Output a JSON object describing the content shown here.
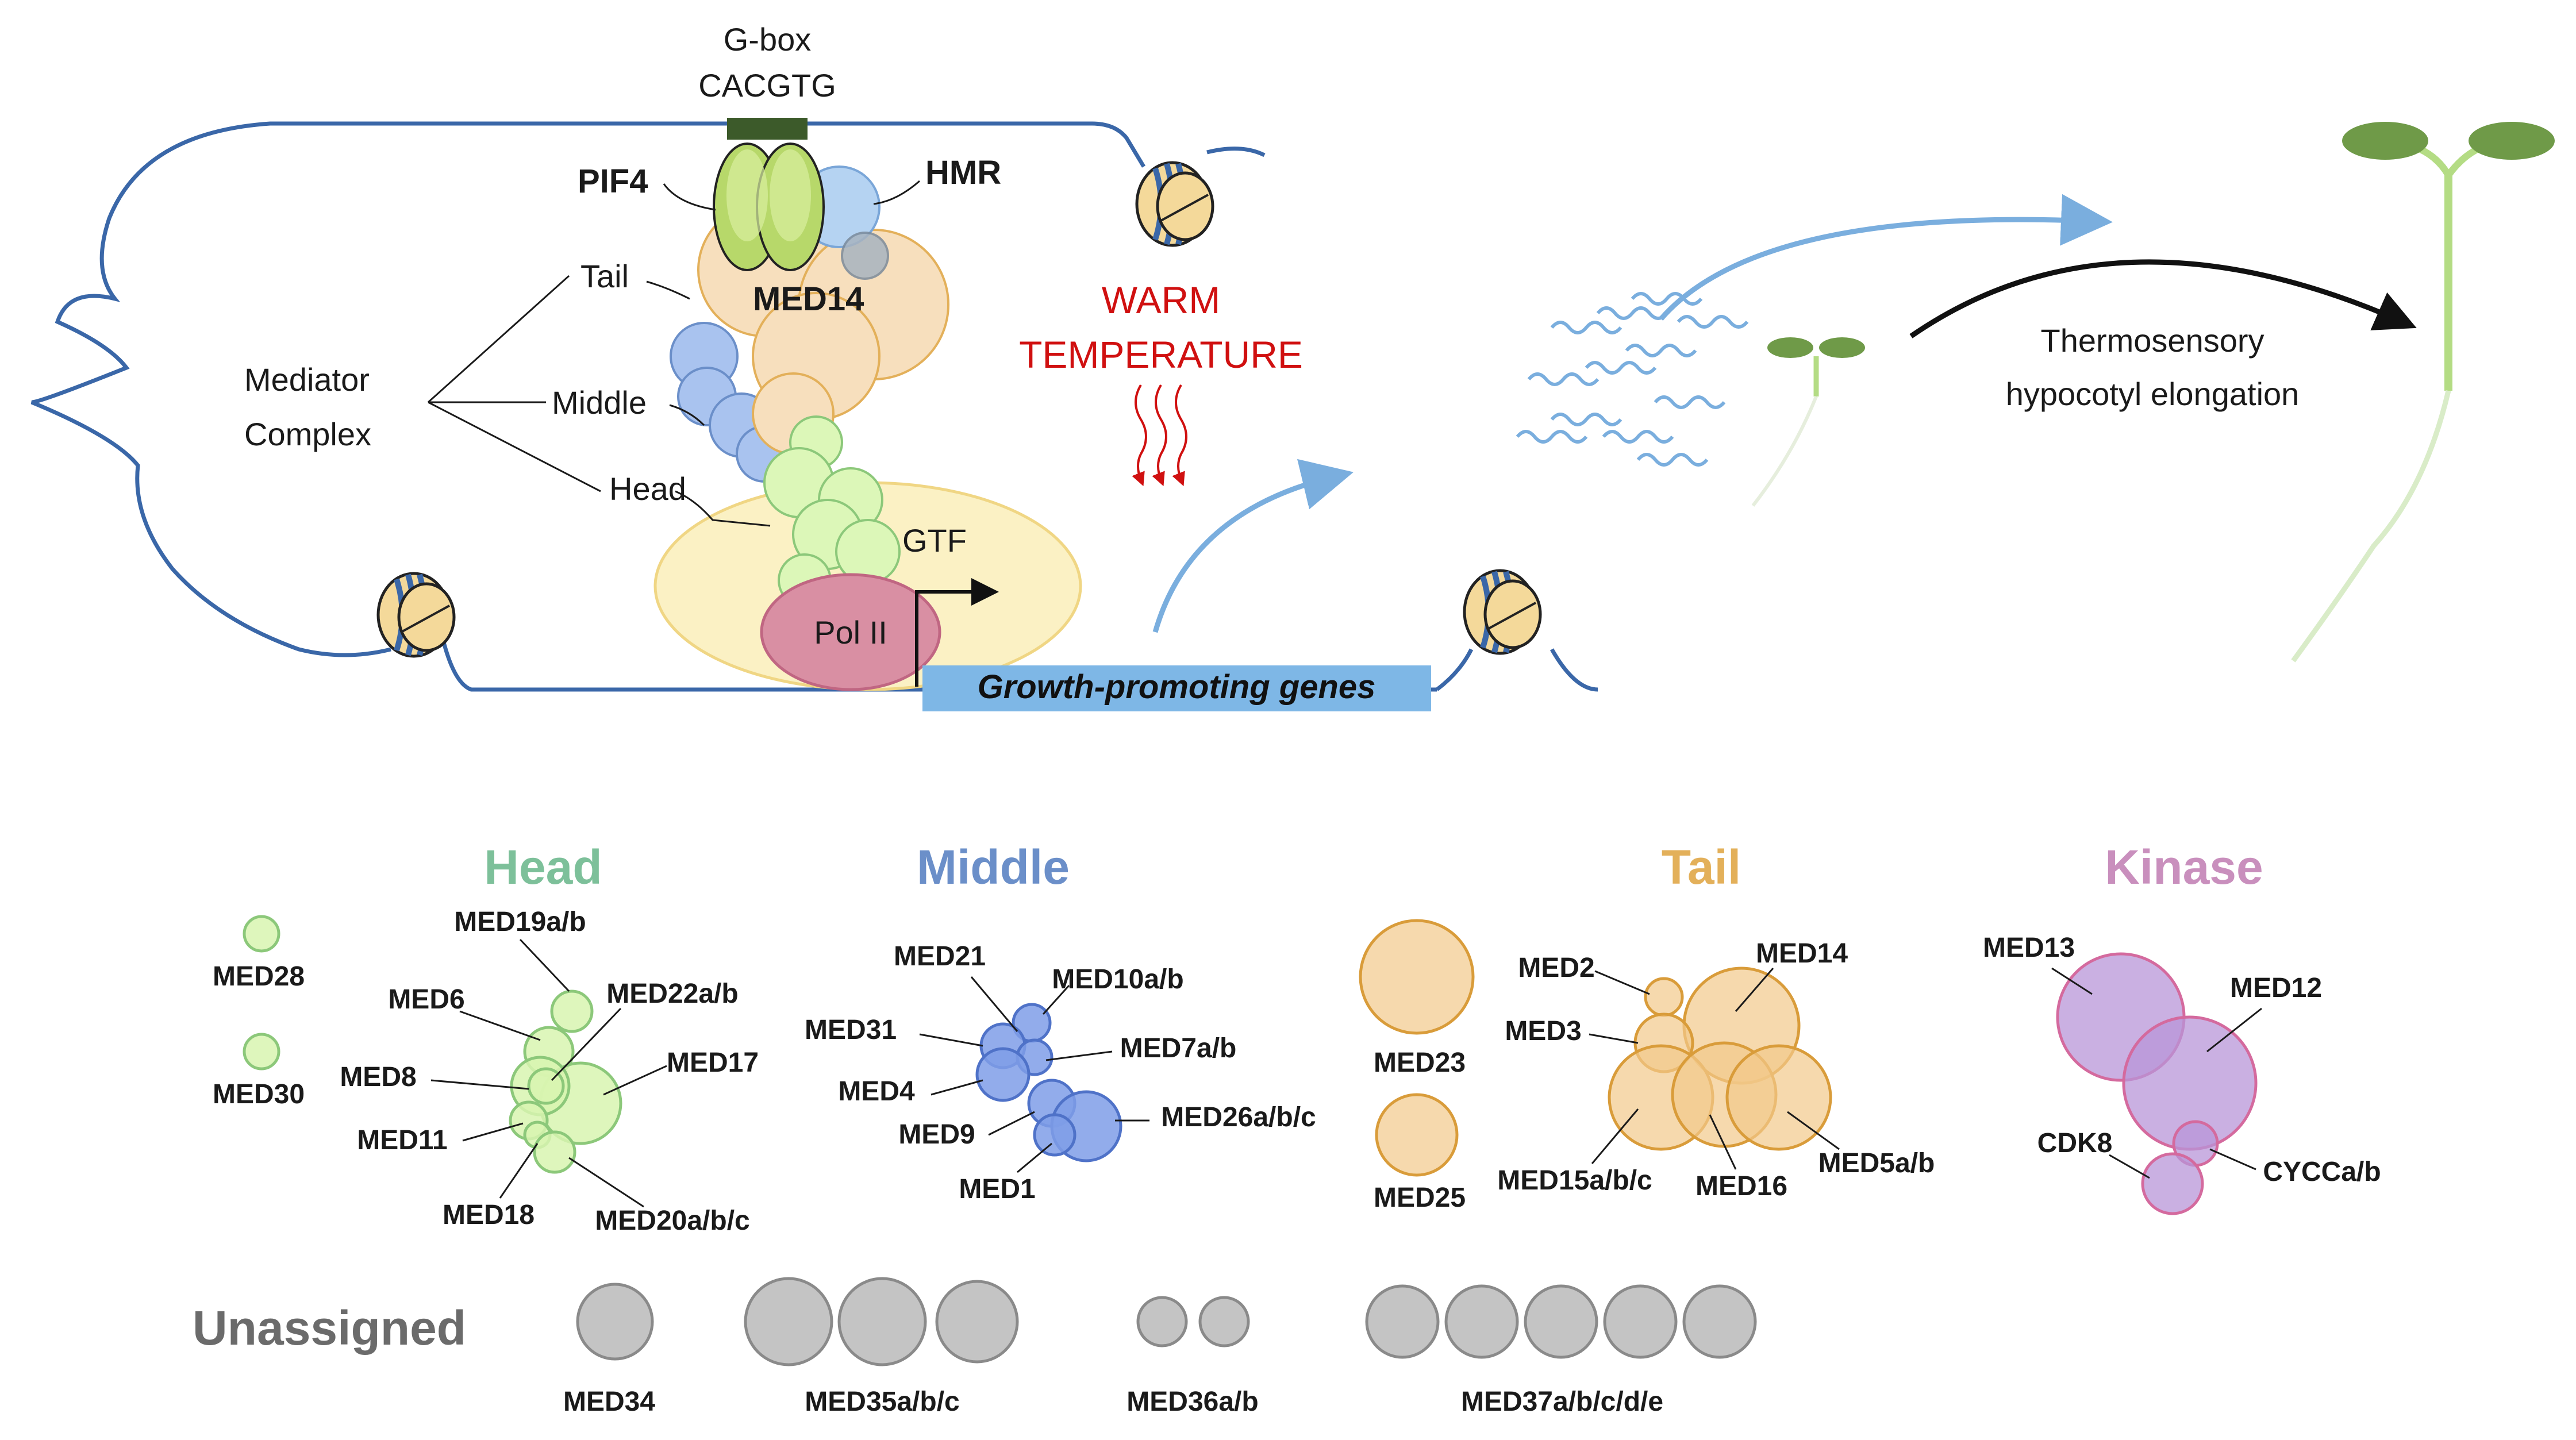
{
  "top": {
    "gbox": "G-box",
    "gbox_seq": "CACGTG",
    "pif4": "PIF4",
    "hmr": "HMR",
    "med14": "MED14",
    "tail": "Tail",
    "middle": "Middle",
    "head": "Head",
    "mediator_line1": "Mediator",
    "mediator_line2": "Complex",
    "gtf": "GTF",
    "pol2": "Pol II",
    "genes": "Growth-promoting genes",
    "warm_line1": "WARM",
    "warm_line2": "TEMPERATURE",
    "thermo_line1": "Thermosensory",
    "thermo_line2": "hypocotyl elongation"
  },
  "modules": {
    "head": {
      "title": "Head",
      "color": "#7dc09a",
      "fill": "#d8f5b0",
      "stroke": "#8cc87a",
      "subunits": [
        "MED28",
        "MED30",
        "MED19a/b",
        "MED6",
        "MED22a/b",
        "MED8",
        "MED17",
        "MED11",
        "MED18",
        "MED20a/b/c"
      ]
    },
    "middle": {
      "title": "Middle",
      "color": "#6b8fc9",
      "fill": "#7f9ee8",
      "stroke": "#4f72c8",
      "subunits": [
        "MED21",
        "MED10a/b",
        "MED31",
        "MED7a/b",
        "MED4",
        "MED9",
        "MED26a/b/c",
        "MED1"
      ]
    },
    "tail": {
      "title": "Tail",
      "color": "#e3b05a",
      "fill": "#f2c98a",
      "stroke": "#d99c3a",
      "subunits": [
        "MED23",
        "MED25",
        "MED2",
        "MED14",
        "MED3",
        "MED15a/b/c",
        "MED16",
        "MED5a/b"
      ]
    },
    "kinase": {
      "title": "Kinase",
      "color": "#c98fbd",
      "fill": "#b895d8",
      "stroke": "#d46a9e",
      "subunits": [
        "MED13",
        "MED12",
        "CDK8",
        "CYCCa/b"
      ]
    },
    "unassigned": {
      "title": "Unassigned",
      "color": "#6b6b6b",
      "fill": "#c4c4c4",
      "stroke": "#8a8a8a",
      "subunits": [
        "MED34",
        "MED35a/b/c",
        "MED36a/b",
        "MED37a/b/c/d/e"
      ]
    }
  },
  "colors": {
    "dna": "#3a67a8",
    "warm": "#d01010",
    "arrow_blue": "#7aaede",
    "gene_box": "#7eb7e6",
    "plant": "#8bb55f"
  }
}
